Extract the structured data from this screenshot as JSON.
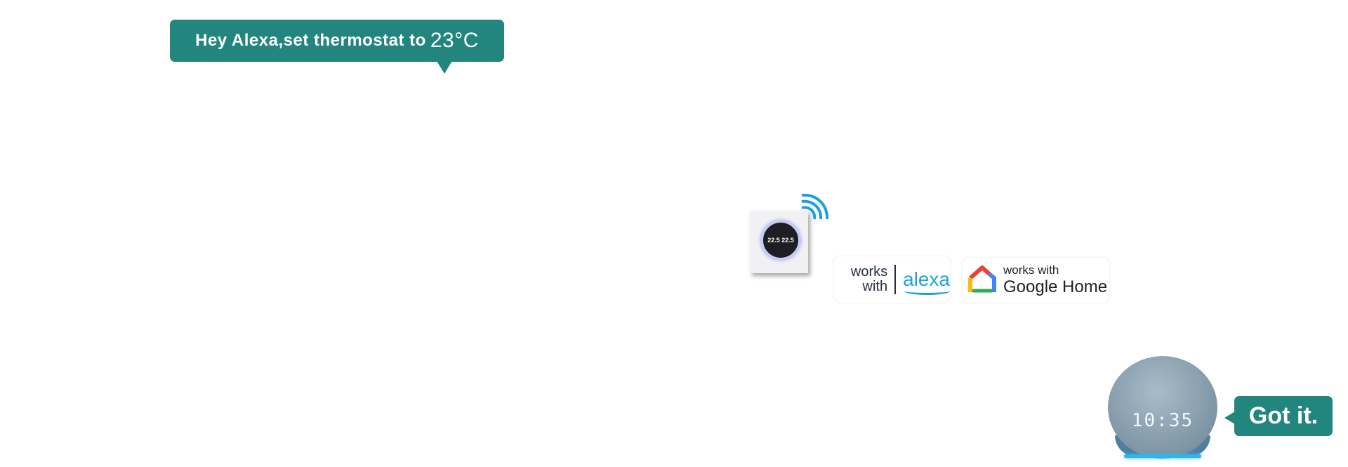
{
  "command_bubble": {
    "text": "Hey Alexa,set thermostat to",
    "temperature": "23°C"
  },
  "reply_bubble": {
    "text": "Got it."
  },
  "thermostat": {
    "display_temp": "22.5  22.5"
  },
  "badges": {
    "alexa": {
      "works_with": "works with",
      "brand": "alexa"
    },
    "google": {
      "line1": "works with",
      "line2": "Google Home"
    }
  },
  "echo_dot": {
    "clock": "10:35"
  },
  "colors": {
    "bubble": "#23867e",
    "wifi": "#1a9fe0",
    "alexa": "#1fa3d9"
  }
}
